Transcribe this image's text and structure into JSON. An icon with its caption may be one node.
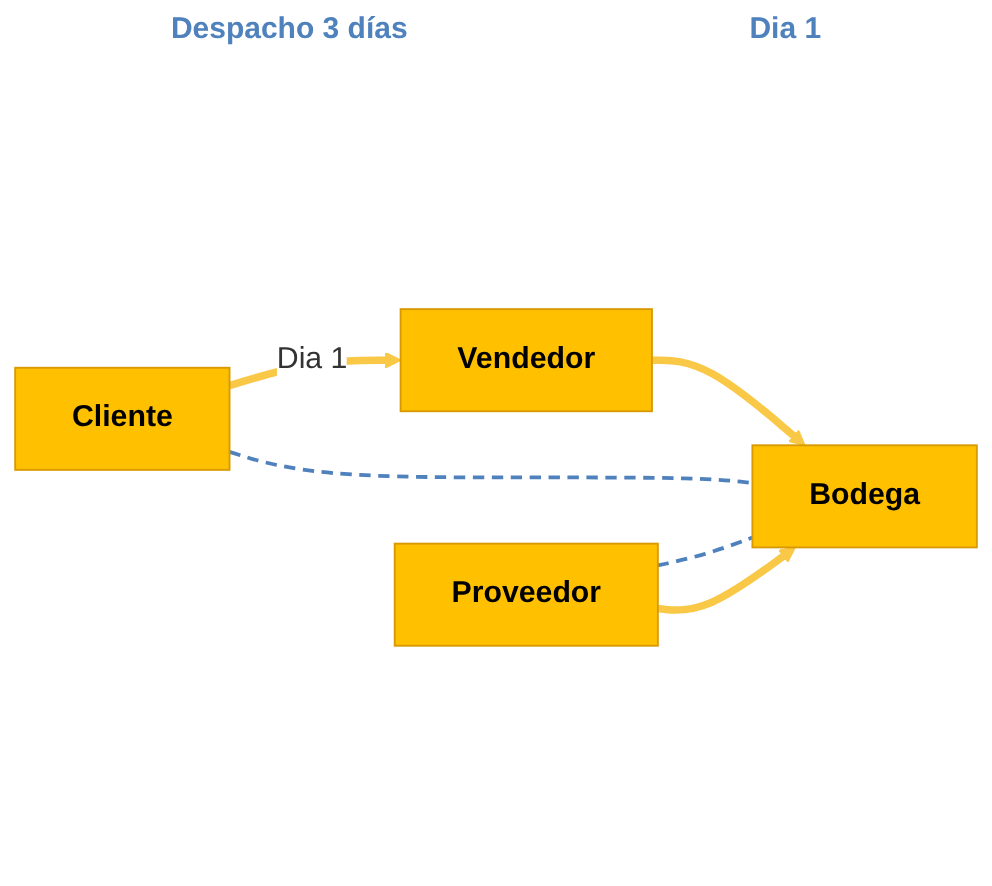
{
  "diagram": {
    "nodes": [
      {
        "text": [
          "Cliente"
        ]
      },
      {
        "text": [
          "Vendedor"
        ]
      },
      {
        "text": [
          "Bodega"
        ]
      },
      {
        "text": [
          "Proveedor"
        ]
      }
    ],
    "edges": [
      {
        "from": 0,
        "to": 1,
        "arrow": "to",
        "label": "Dia 1"
      },
      {
        "from": 1,
        "to": 2,
        "arrow": "to"
      },
      {
        "from": 0,
        "to": 2,
        "arrow": "none",
        "style": "dashed",
        "color": "#4f81bd"
      },
      {
        "from": 3,
        "to": 2,
        "arrow": "none",
        "style": "dashed",
        "color": "#4f81bd"
      },
      {
        "from": 3,
        "to": 2,
        "arrow": "to"
      }
    ],
    "labels": [
      "Despacho 3 días",
      "Dia 1"
    ]
  }
}
